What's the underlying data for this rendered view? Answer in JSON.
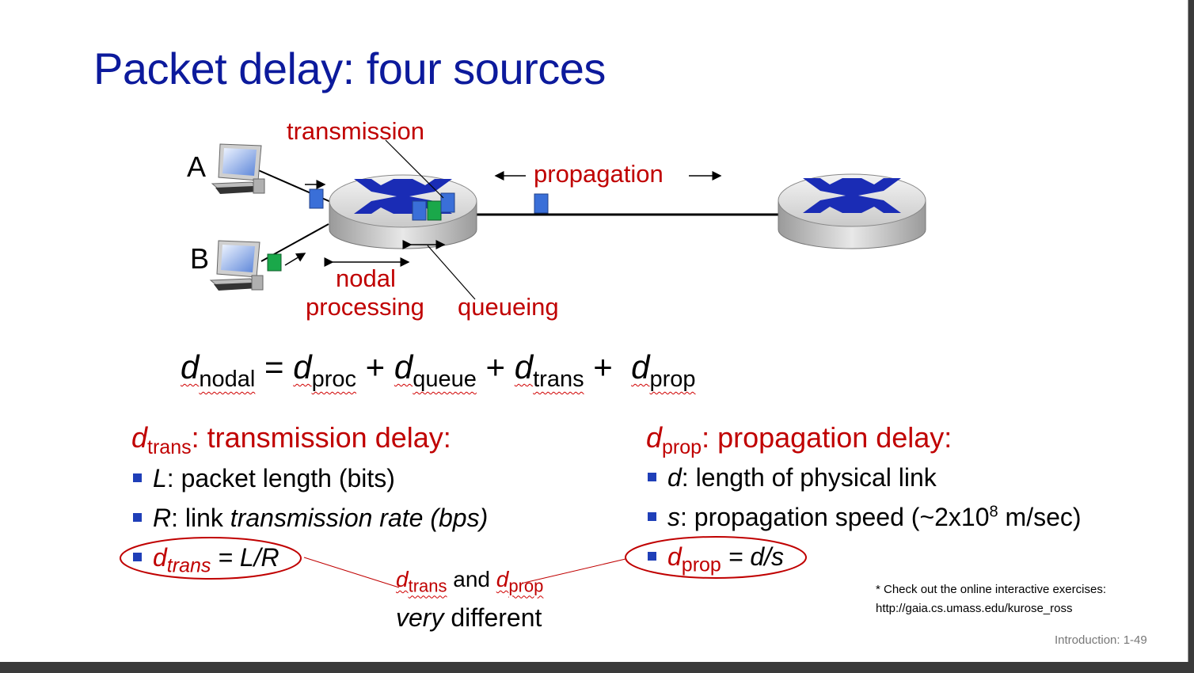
{
  "slide": {
    "title": "Packet delay: four sources",
    "footer": "Introduction: 1-49"
  },
  "diagram": {
    "host_a": "A",
    "host_b": "B",
    "label_transmission": "transmission",
    "label_propagation": "propagation",
    "label_nodal": "nodal",
    "label_processing": "processing",
    "label_queueing": "queueing"
  },
  "formula": {
    "d": "d",
    "sub_nodal": "nodal",
    "sub_proc": "proc",
    "sub_queue": "queue",
    "sub_trans": "trans",
    "sub_prop": "prop",
    "eq": "=",
    "plus": "+"
  },
  "left_column": {
    "heading_d": "d",
    "heading_sub": "trans",
    "heading_text": ": transmission delay:",
    "bullet1_var": "L",
    "bullet1_text": ": packet length (bits)",
    "bullet2_var": "R",
    "bullet2_text": ": link ",
    "bullet2_italic": "transmission rate (bps)",
    "bullet3_d": "d",
    "bullet3_sub": "trans",
    "bullet3_text": " = L/R"
  },
  "right_column": {
    "heading_d": "d",
    "heading_sub": "prop",
    "heading_text": ": propagation delay:",
    "bullet1_var": "d",
    "bullet1_text": ": length of physical link",
    "bullet2_var": "s",
    "bullet2_text": ": propagation speed (~2x10",
    "bullet2_sup": "8",
    "bullet2_tail": " m/sec)",
    "bullet3_d": "d",
    "bullet3_sub": "prop",
    "bullet3_text": " = d/s"
  },
  "comparison": {
    "d1": "d",
    "sub1": "trans",
    "and": " and ",
    "d2": "d",
    "sub2": "prop",
    "very": "very",
    "different": " different"
  },
  "note": {
    "line1": "* Check out the online interactive exercises:",
    "line2": "http://gaia.cs.umass.edu/kurose_ross"
  },
  "colors": {
    "title": "#0c1a9c",
    "accent_red": "#c00000",
    "packet_blue": "#3a6fd8",
    "packet_green": "#1aa84a",
    "router_arrow": "#1a2cb5"
  }
}
